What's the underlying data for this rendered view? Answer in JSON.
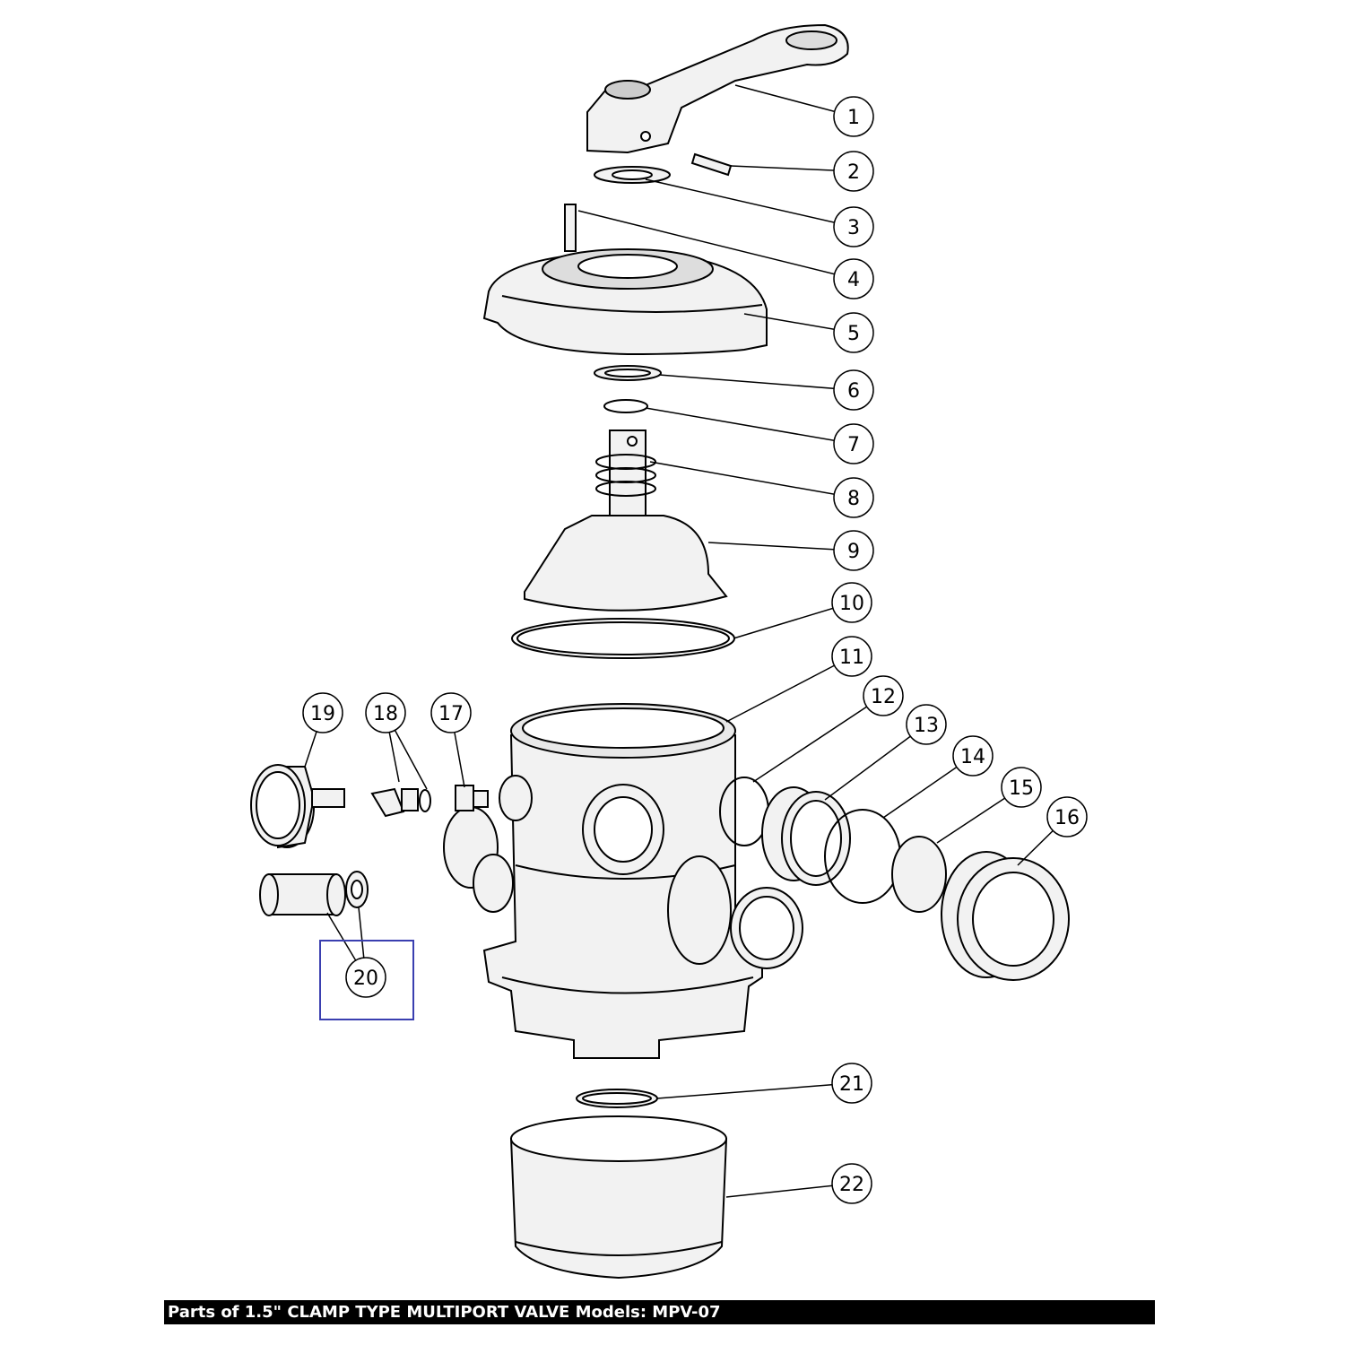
{
  "caption": "Parts of 1.5\" CLAMP TYPE MULTIPORT VALVE Models: MPV-07",
  "callouts": [
    "1",
    "2",
    "3",
    "4",
    "5",
    "6",
    "7",
    "8",
    "9",
    "10",
    "11",
    "12",
    "13",
    "14",
    "15",
    "16",
    "17",
    "18",
    "19",
    "20",
    "21",
    "22"
  ],
  "highlighted_part": "20",
  "colors": {
    "line": "#000000",
    "part_fill": "#f2f2f2",
    "shade": "#bdbdbd",
    "highlight": "#3a3fb0",
    "caption_bg": "#000000",
    "caption_text": "#ffffff"
  }
}
